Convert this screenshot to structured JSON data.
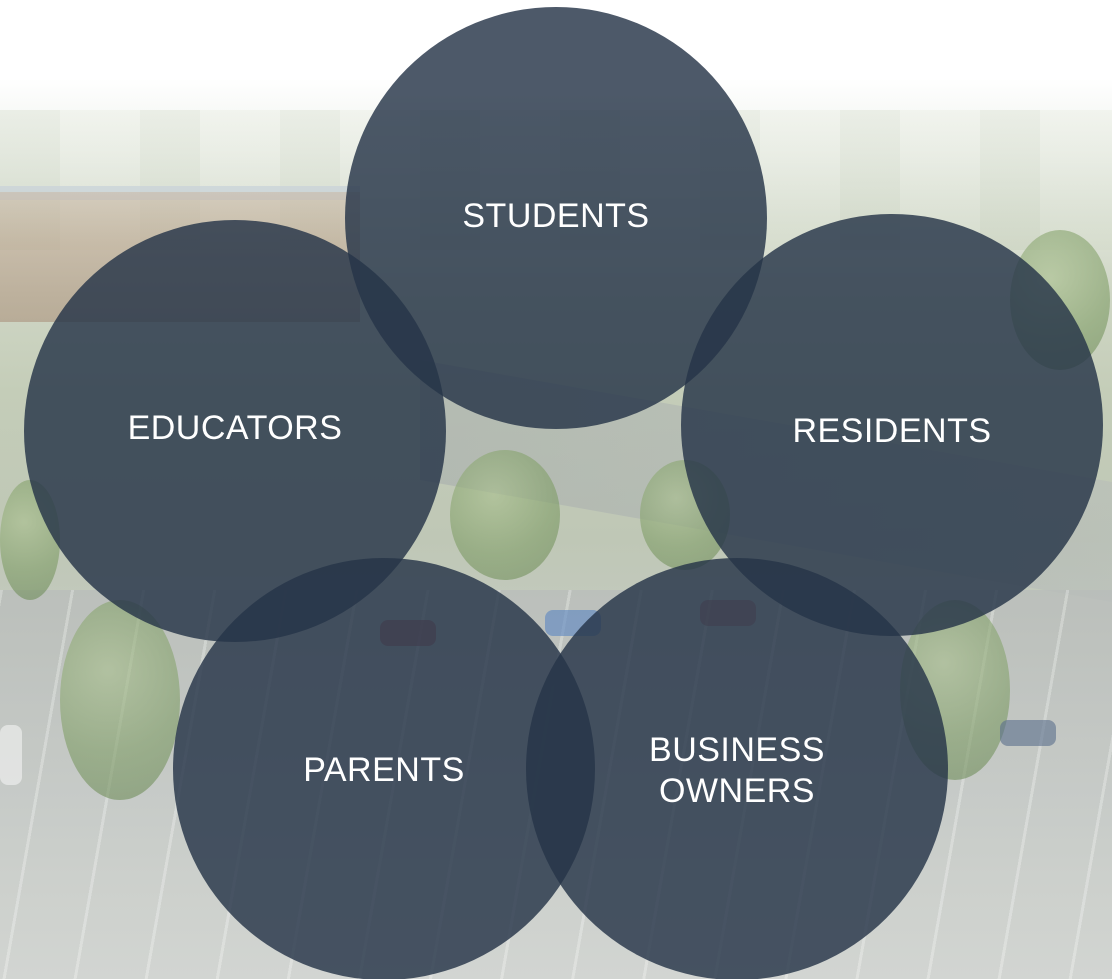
{
  "diagram": {
    "circle_fill": "#263448",
    "circle_opacity": 0.82,
    "label_color": "#ffffff",
    "circles": [
      {
        "id": "students",
        "label": "STUDENTS"
      },
      {
        "id": "educators",
        "label": "EDUCATORS"
      },
      {
        "id": "residents",
        "label": "RESIDENTS"
      },
      {
        "id": "parents",
        "label": "PARENTS"
      },
      {
        "id": "business-owners",
        "label": "BUSINESS\nOWNERS"
      }
    ]
  }
}
